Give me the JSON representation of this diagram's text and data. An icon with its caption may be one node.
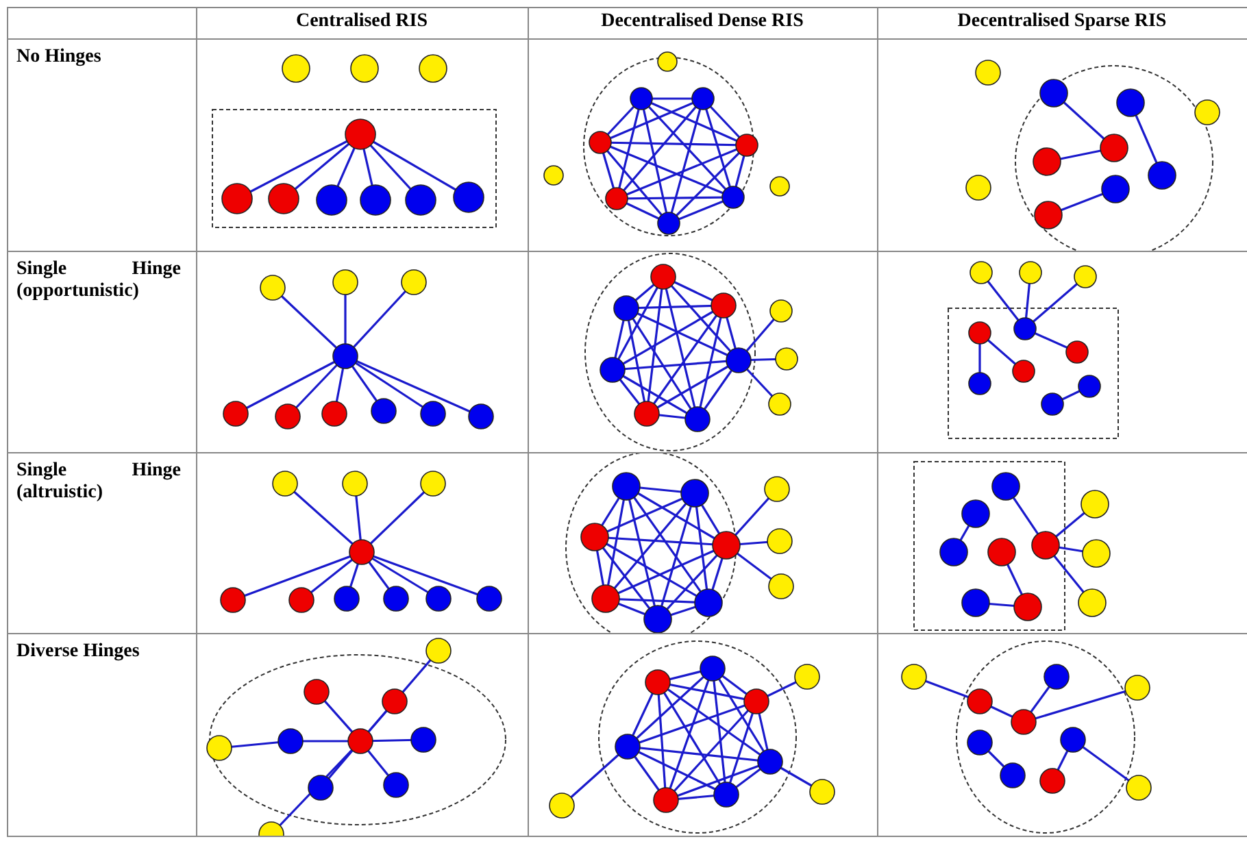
{
  "diagram": {
    "labels": [
      "Centralised RIS",
      "Decentralised Dense RIS",
      "Decentralised Sparse RIS",
      "No Hinges",
      "Single Hinge (opportunistic)",
      "Single Hinge (altruistic)",
      "Diverse Hinges"
    ]
  }
}
